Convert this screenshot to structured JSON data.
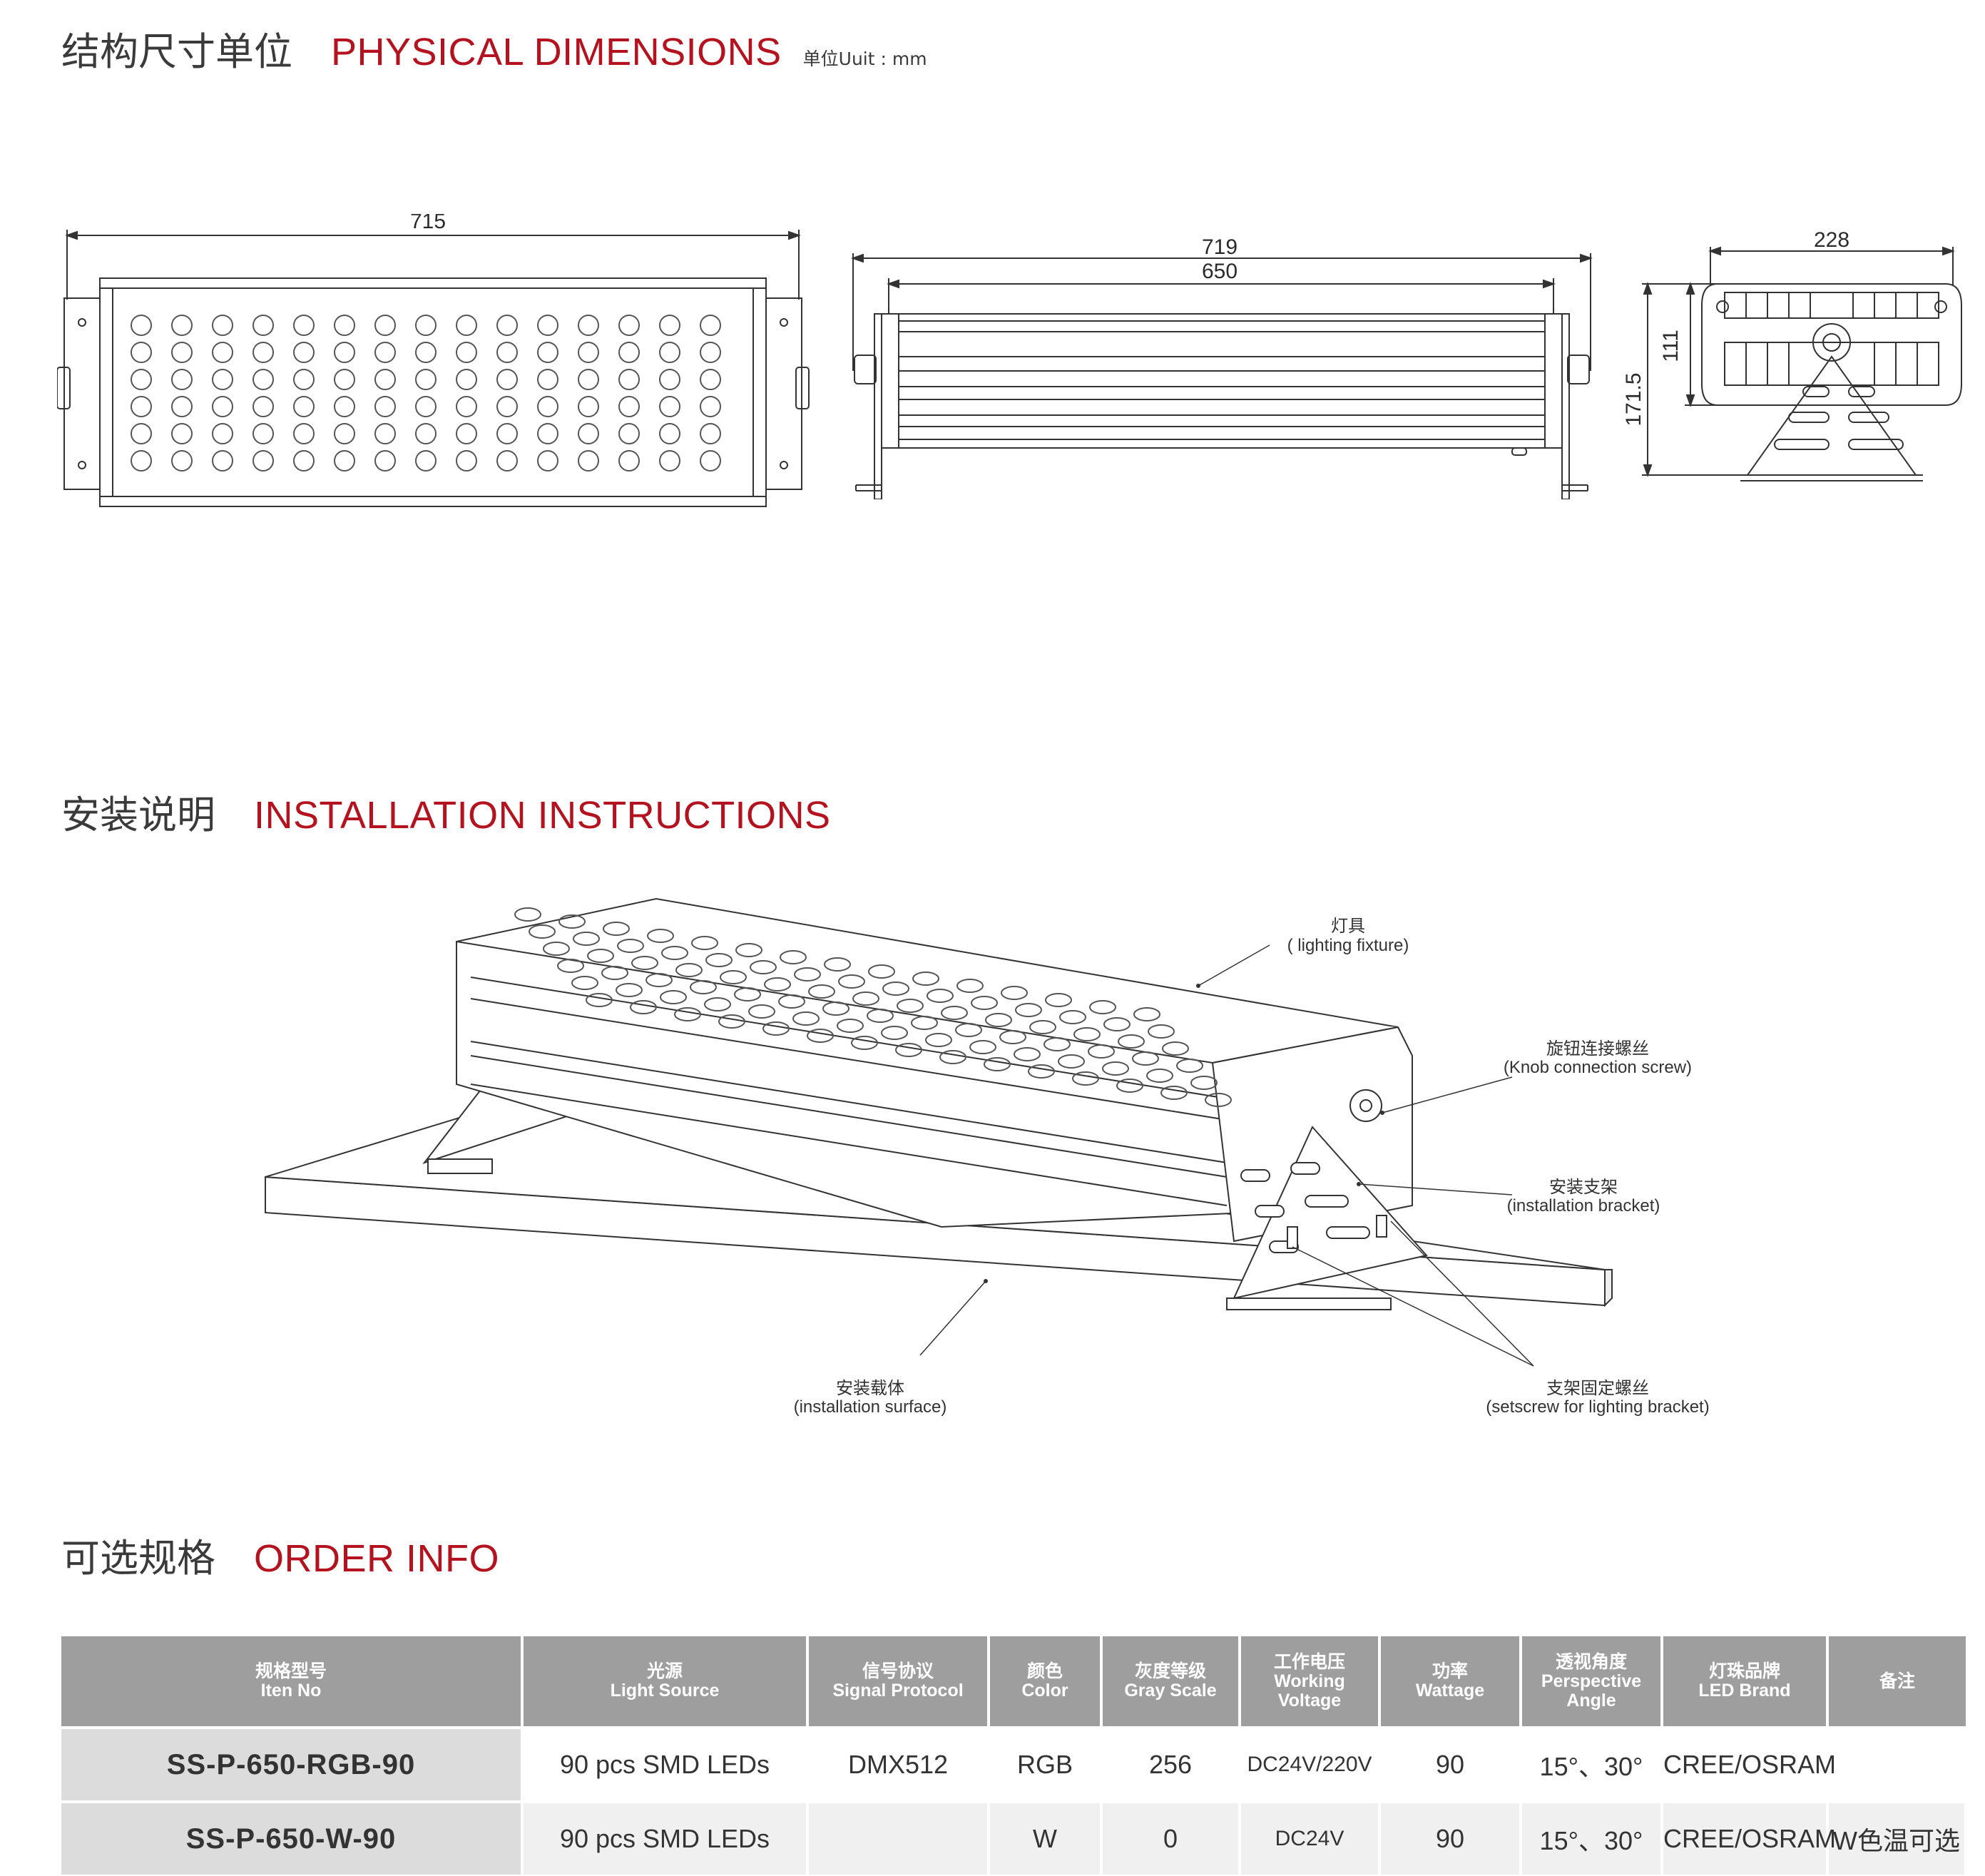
{
  "sections": {
    "dimensions": {
      "cn": "结构尺寸单位",
      "en": "PHYSICAL DIMENSIONS",
      "unit": "单位Uuit : mm"
    },
    "installation": {
      "cn": "安装说明",
      "en": "INSTALLATION INSTRUCTIONS"
    },
    "order": {
      "cn": "可选规格",
      "en": "ORDER INFO"
    }
  },
  "dimensions": {
    "front_width": "715",
    "side_total": "719",
    "side_inner": "650",
    "end_width": "228",
    "end_height_body": "111",
    "end_height_total": "171.5"
  },
  "labels": {
    "fixture_cn": "灯具",
    "fixture_en": "( lighting fixture)",
    "knob_cn": "旋钮连接螺丝",
    "knob_en": "(Knob connection screw)",
    "bracket_cn": "安装支架",
    "bracket_en": "(installation bracket)",
    "surface_cn": "安装载体",
    "surface_en": "(installation surface)",
    "setscrew_cn": "支架固定螺丝",
    "setscrew_en": "(setscrew for lighting bracket)"
  },
  "table": {
    "headers": [
      {
        "cn": "规格型号",
        "en": "Iten No"
      },
      {
        "cn": "光源",
        "en": "Light Source"
      },
      {
        "cn": "信号协议",
        "en": "Signal Protocol"
      },
      {
        "cn": "颜色",
        "en": "Color"
      },
      {
        "cn": "灰度等级",
        "en": "Gray Scale"
      },
      {
        "cn": "工作电压",
        "en": "Working Voltage"
      },
      {
        "cn": "功率",
        "en": "Wattage"
      },
      {
        "cn": "透视角度",
        "en": "Perspective Angle"
      },
      {
        "cn": "灯珠品牌",
        "en": "LED Brand"
      },
      {
        "cn": "备注",
        "en": ""
      }
    ],
    "rows": [
      [
        "SS-P-650-RGB-90",
        "90 pcs SMD LEDs",
        "DMX512",
        "RGB",
        "256",
        "DC24V/220V",
        "90",
        "15°、30°",
        "CREE/OSRAM",
        ""
      ],
      [
        "SS-P-650-W-90",
        "90 pcs SMD LEDs",
        "",
        "W",
        "0",
        "DC24V",
        "90",
        "15°、30°",
        "CREE/OSRAM",
        "W色温可选"
      ]
    ]
  }
}
